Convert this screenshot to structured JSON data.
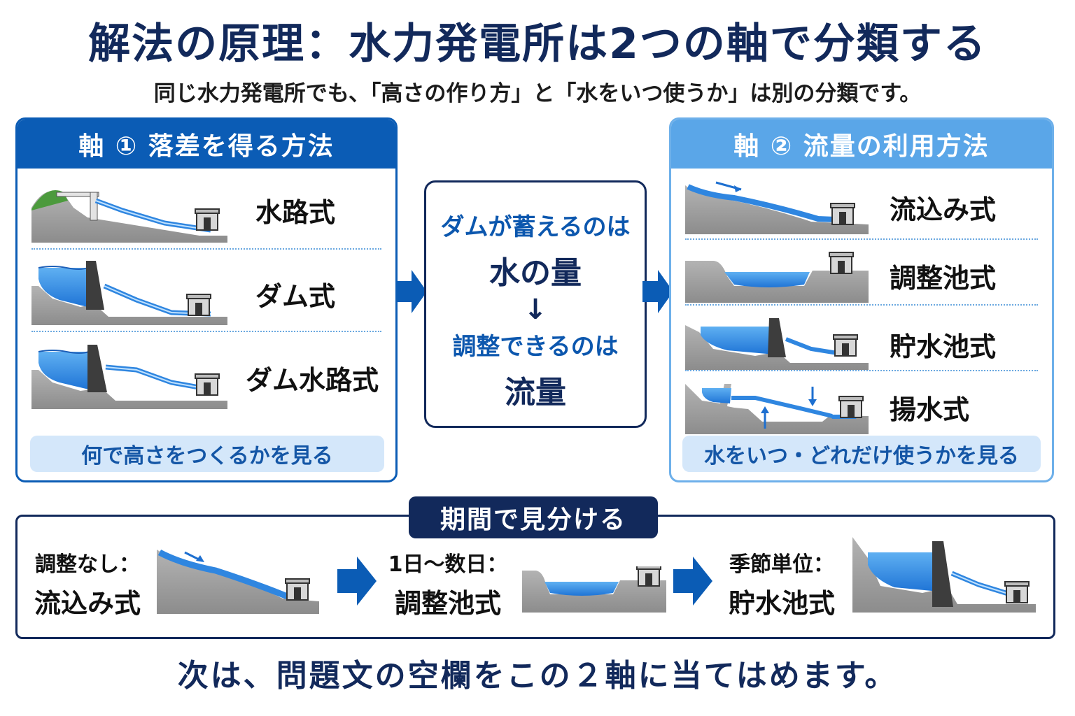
{
  "title": "解法の原理：水力発電所は2つの軸で分類する",
  "subtitle": "同じ水力発電所でも、「高さの作り方」と「水をいつ使うか」は別の分類です。",
  "axis1": {
    "header": "軸 ① 落差を得る方法",
    "items": [
      {
        "label": "水路式",
        "icon": "waterway-plant-illustration"
      },
      {
        "label": "ダム式",
        "icon": "dam-plant-illustration"
      },
      {
        "label": "ダム水路式",
        "icon": "dam-waterway-plant-illustration"
      }
    ],
    "footer": "何で高さをつくるかを見る"
  },
  "center": {
    "line1": "ダムが蓄えるのは",
    "line2": "水の量",
    "arrow": "↓",
    "line3": "調整できるのは",
    "line4": "流量"
  },
  "axis2": {
    "header": "軸 ② 流量の利用方法",
    "items": [
      {
        "label": "流込み式",
        "icon": "run-of-river-illustration"
      },
      {
        "label": "調整池式",
        "icon": "regulating-pond-illustration"
      },
      {
        "label": "貯水池式",
        "icon": "reservoir-illustration"
      },
      {
        "label": "揚水式",
        "icon": "pumped-storage-illustration"
      }
    ],
    "footer": "水をいつ・どれだけ使うかを見る"
  },
  "period": {
    "header": "期間で見分ける",
    "steps": [
      {
        "condition": "調整なし：",
        "type": "流込み式"
      },
      {
        "condition": "1日〜数日：",
        "type": "調整池式"
      },
      {
        "condition": "季節単位：",
        "type": "貯水池式"
      }
    ]
  },
  "closing": "次は、問題文の空欄をこの２軸に当てはめます。",
  "colors": {
    "navy": "#12295b",
    "blue": "#0b5cb5",
    "light_blue": "#5aa6e8",
    "water": "#2f86e0",
    "ground": "#9a9a9a"
  }
}
